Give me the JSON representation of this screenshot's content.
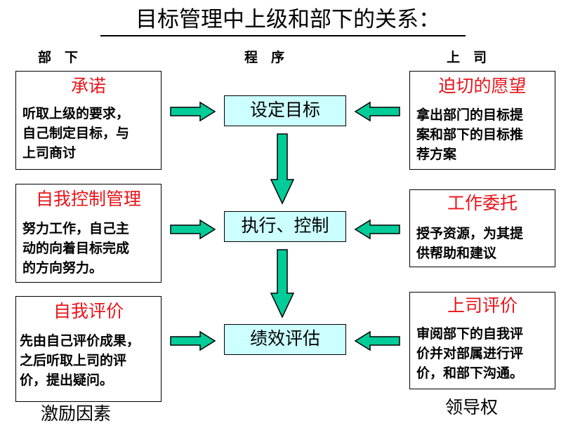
{
  "title": "目标管理中上级和部下的关系：",
  "headers": {
    "left": "部　下",
    "middle": "程　序",
    "right": "上　司"
  },
  "steps": [
    "设定目标",
    "执行、控制",
    "绩效评估"
  ],
  "left_boxes": [
    {
      "title": "承诺",
      "body": [
        "听取上级的要求，",
        "自己制定目标，与",
        "上司商讨"
      ]
    },
    {
      "title": "自我控制管理",
      "body": [
        "努力工作，自己主",
        "动的向着目标完成",
        "的方向努力。"
      ]
    },
    {
      "title": "自我评价",
      "body": [
        "先由自己评价成果，",
        "之后听取上司的评",
        "价，提出疑问。"
      ]
    }
  ],
  "right_boxes": [
    {
      "title": "迫切的愿望",
      "body": [
        "拿出部门的目标提",
        "案和部下的目标推",
        "荐方案"
      ]
    },
    {
      "title": "工作委托",
      "body": [
        "授予资源，为其提",
        "供帮助和建议"
      ]
    },
    {
      "title": "上司评价",
      "body": [
        "审阅部下的自我评",
        "价并对部属进行评",
        "价，和部下沟通。"
      ]
    }
  ],
  "footers": {
    "left": "激励因素",
    "right": "领导权"
  },
  "colors": {
    "title_red": "#e8141a",
    "step_fill": "#ccffff",
    "arrow_fill": "#00cc99"
  }
}
